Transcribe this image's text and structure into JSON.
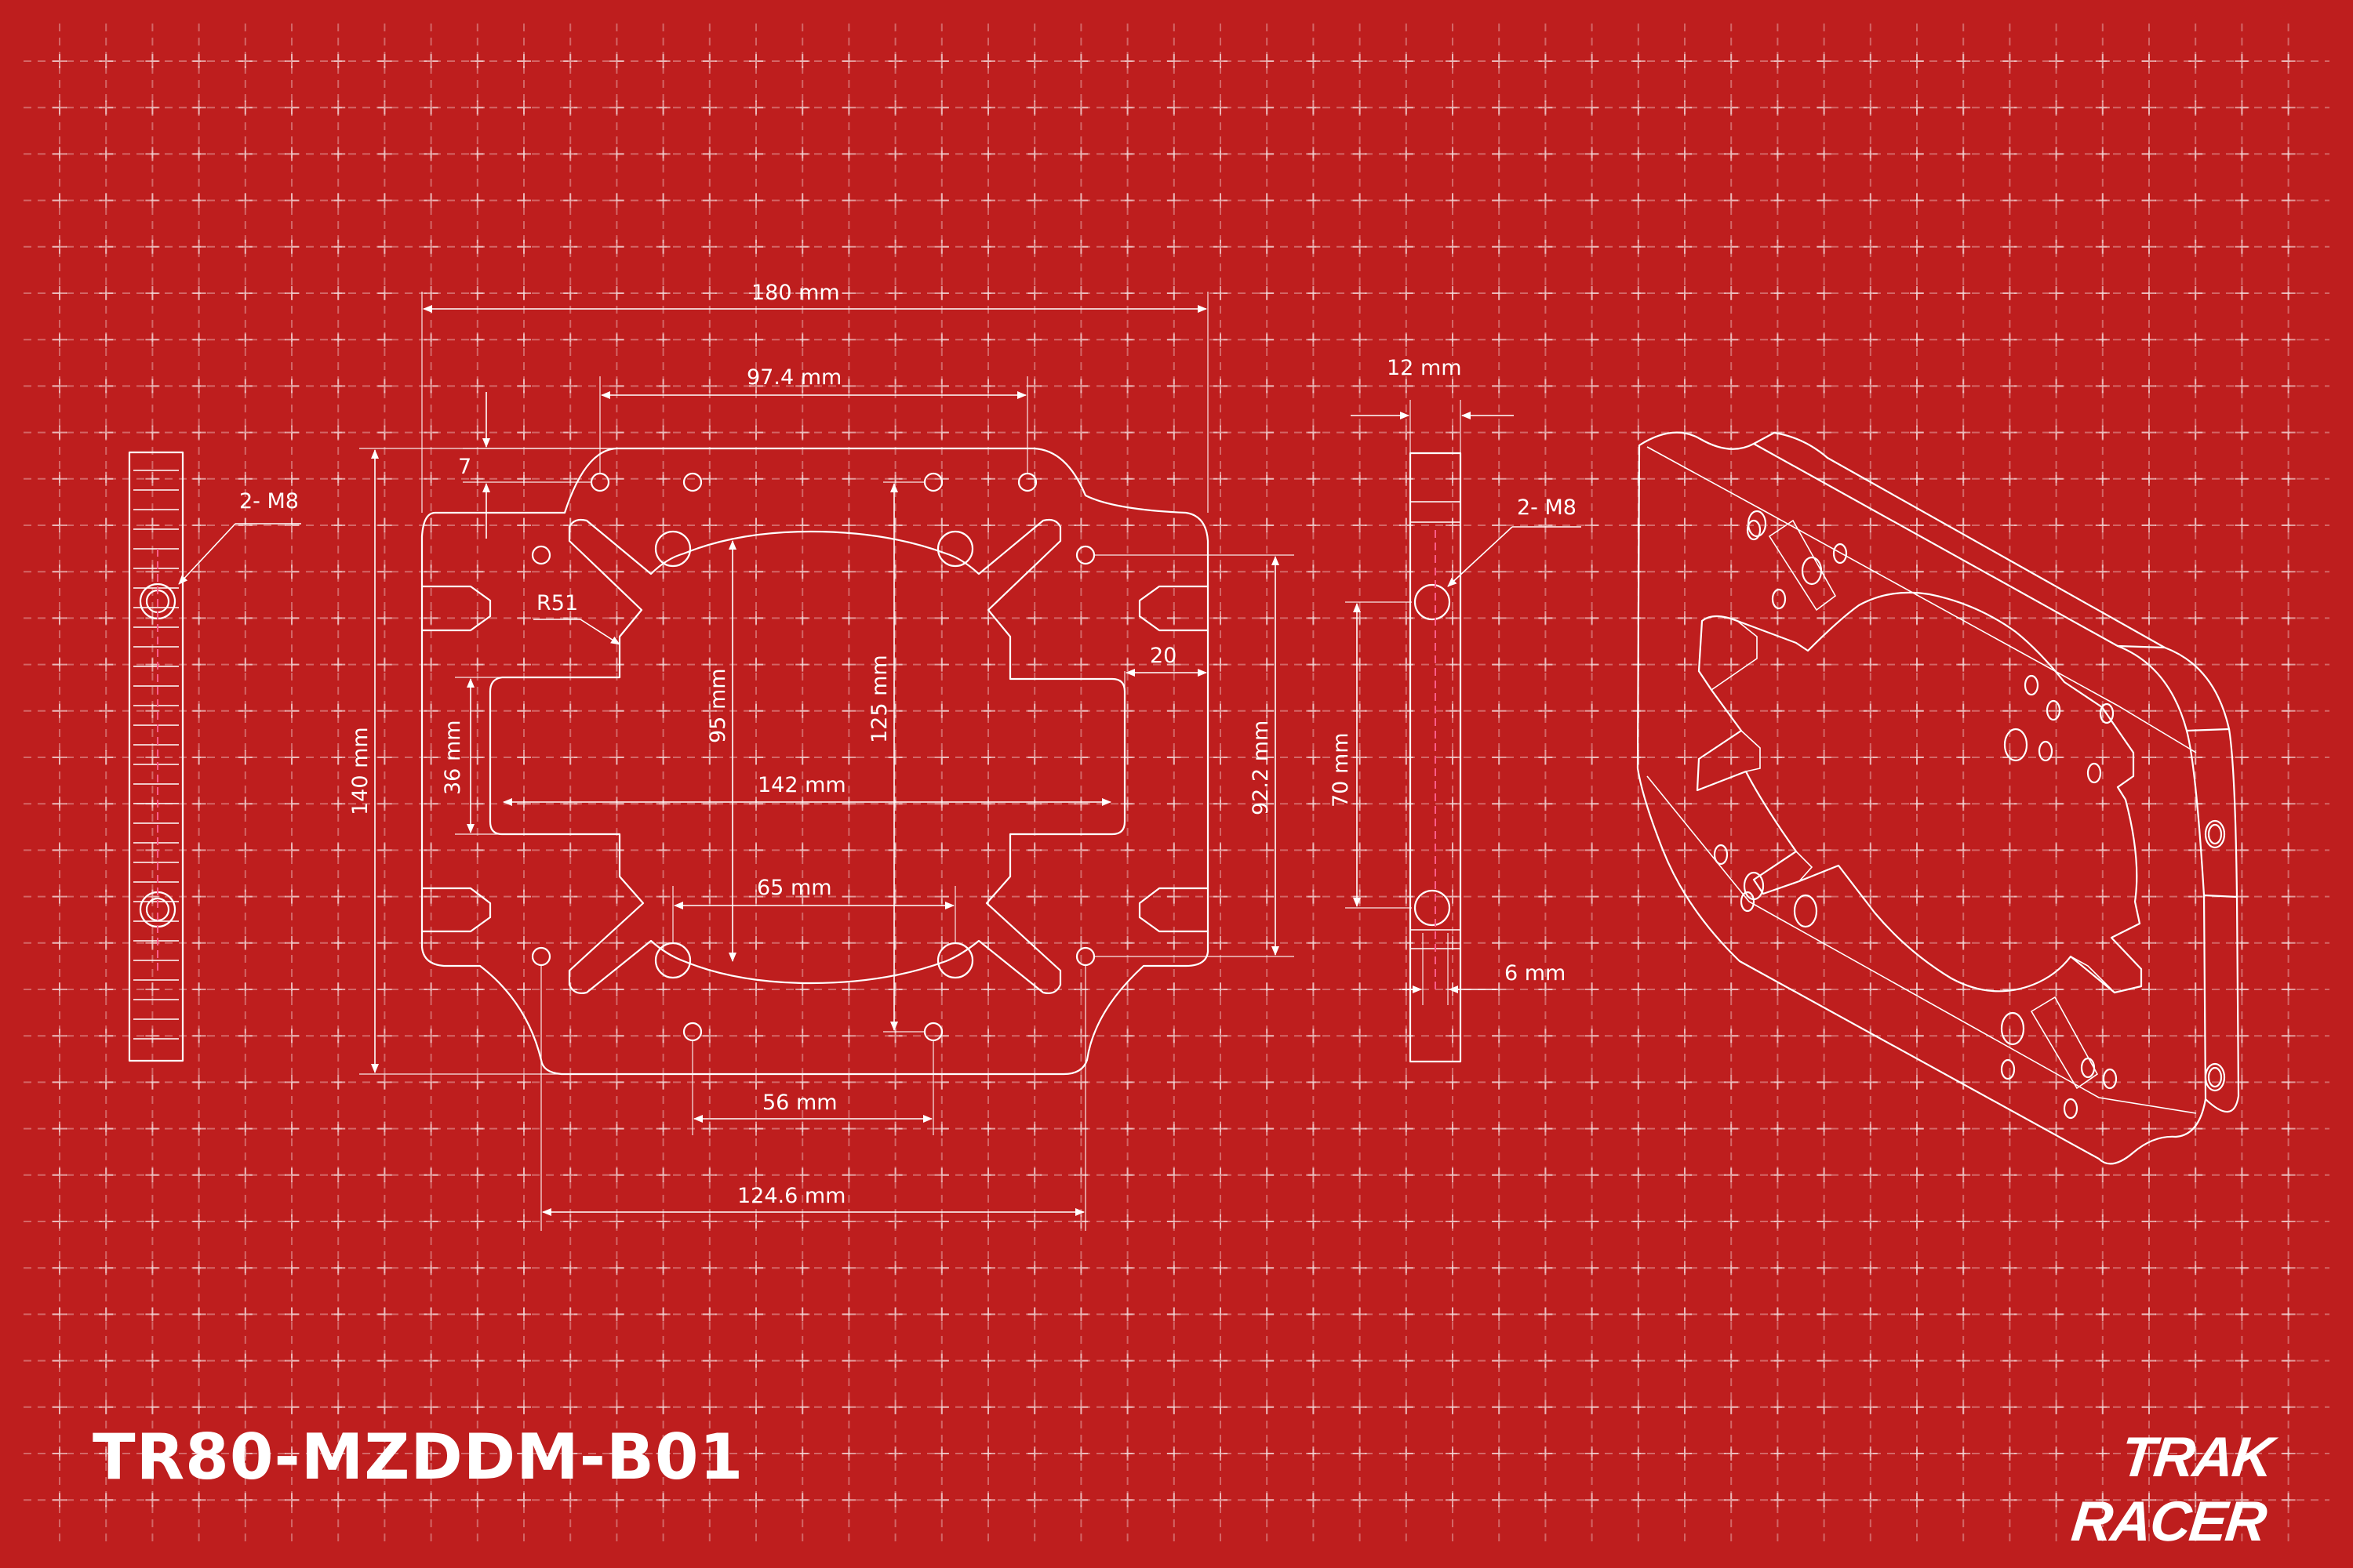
{
  "title": {
    "code": "TR80-MZDDM-B01",
    "brand": "TRAK RACER"
  },
  "theme": {
    "background": "#be1e1e",
    "line": "#ffffff",
    "centerline": "#ff5c8a"
  },
  "dimensions": {
    "width_overall": "180 mm",
    "top_holes": "97.4 mm",
    "edge_offset": "7",
    "radius": "R51",
    "left_offset": "36 mm",
    "inner_circle": "95 mm",
    "vertical_holes": "125 mm",
    "slot_length": "142 mm",
    "side_slot": "20",
    "right_height": "92.2 mm",
    "overall_height": "140 mm",
    "inner_holes": "65  mm",
    "bottom_holes": "56 mm",
    "bottom_span": "124.6 mm"
  },
  "left_view": {
    "thread_note": "2-  M8"
  },
  "side_view": {
    "thickness": "12 mm",
    "thread_note": "2-  M8",
    "hole_spacing": "70 mm",
    "lip": "6 mm"
  }
}
